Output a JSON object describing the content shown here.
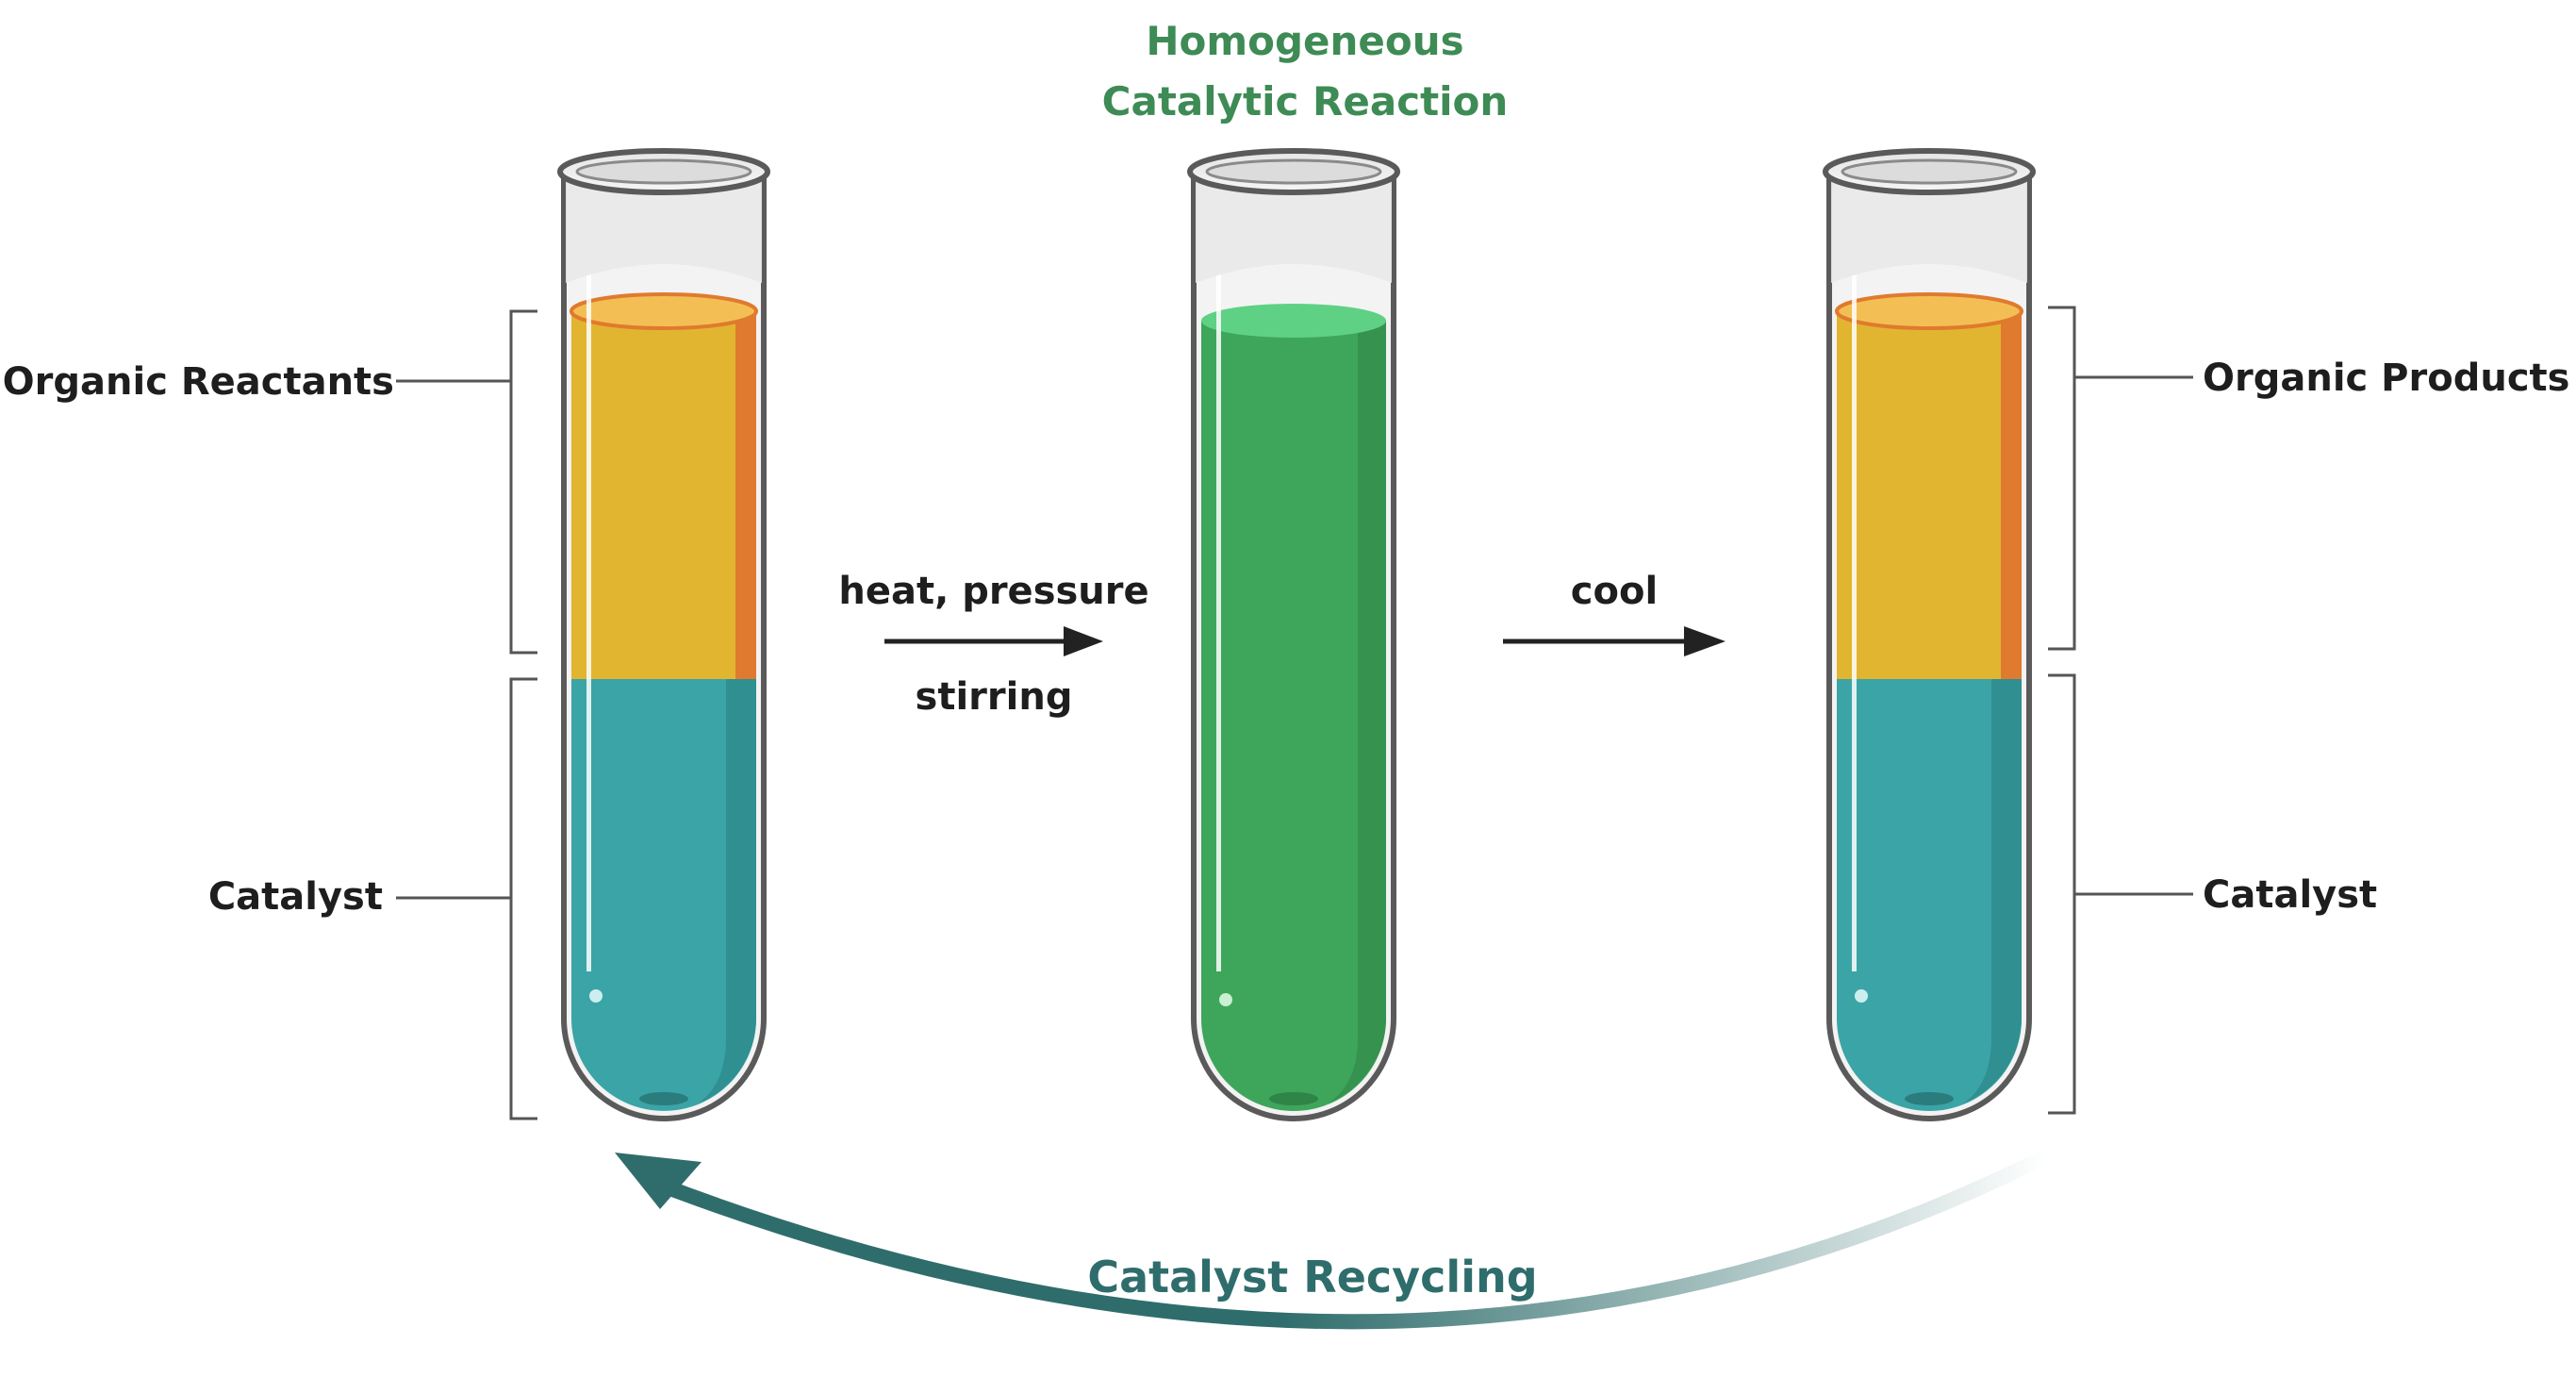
{
  "title": {
    "line1": "Homogeneous",
    "line2": "Catalytic Reaction",
    "color": "#3e8b55"
  },
  "labels": {
    "left_top": "Organic Reactants",
    "left_bottom": "Catalyst",
    "right_top": "Organic Products",
    "right_bottom": "Catalyst"
  },
  "steps": {
    "first_above": "heat, pressure",
    "first_below": "stirring",
    "second_above": "cool"
  },
  "recycle": {
    "label": "Catalyst Recycling",
    "color": "#2f6d6c"
  },
  "colors": {
    "organic_layer": "#e2b530",
    "organic_rim": "#e07a2e",
    "catalyst_layer": "#3ba4a6",
    "mixed_liquid": "#3ea65b",
    "mixed_top": "#5fd184",
    "glass_outline": "#5a5a5a"
  }
}
